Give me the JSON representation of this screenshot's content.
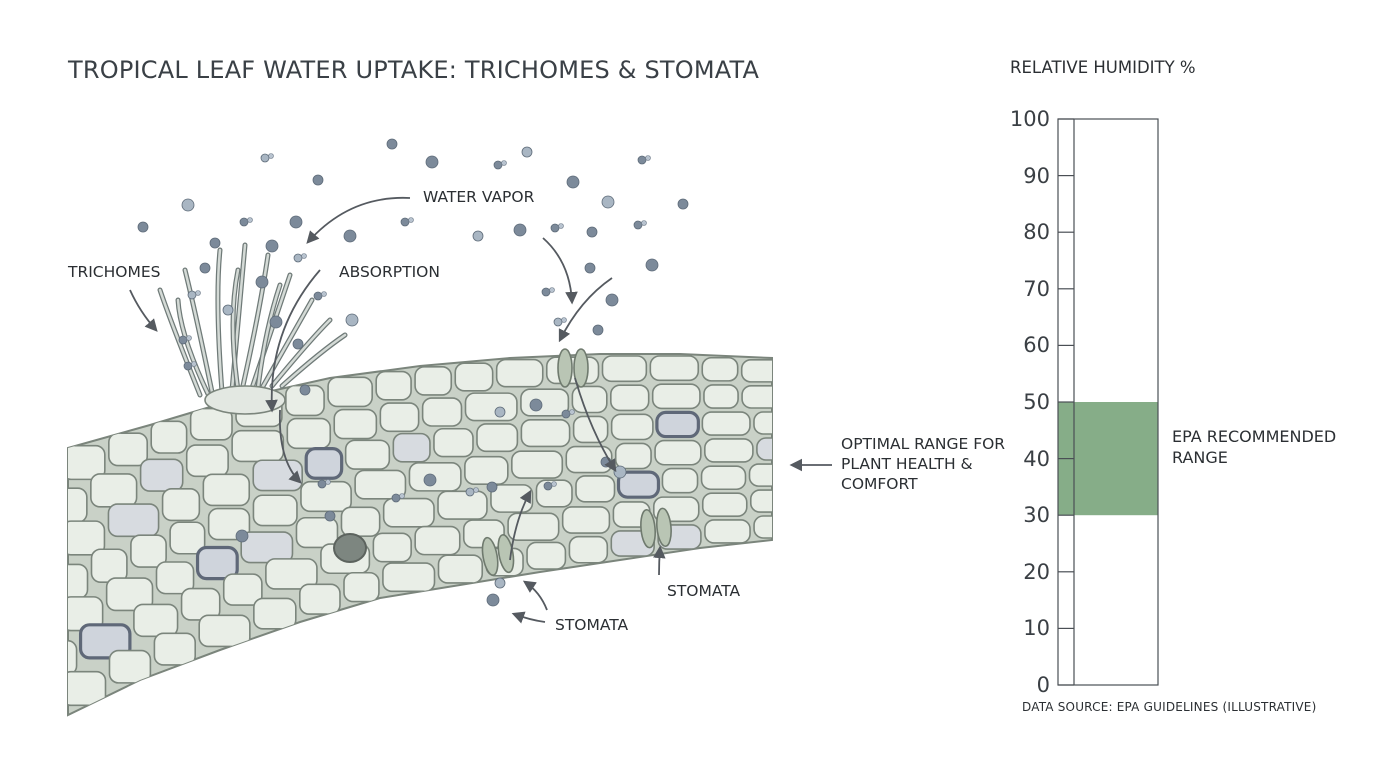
{
  "title": "TROPICAL LEAF WATER UPTAKE: TRICHOMES & STOMATA",
  "labels": {
    "water_vapor": "WATER VAPOR",
    "trichomes": "TRICHOMES",
    "absorption": "ABSORPTION",
    "stomata_right": "STOMATA",
    "stomata_bottom": "STOMATA",
    "optimal_range": "OPTIMAL RANGE FOR PLANT HEALTH & COMFORT"
  },
  "gauge": {
    "title": "RELATIVE HUMIDITY %",
    "min": 0,
    "max": 100,
    "ticks": [
      "0",
      "10",
      "20",
      "30",
      "40",
      "50",
      "60",
      "70",
      "80",
      "90",
      "100"
    ],
    "band_low": 30,
    "band_high": 50,
    "band_label": "EPA RECOMMENDED RANGE",
    "band_color": "#86ad88",
    "source": "DATA SOURCE: EPA GUIDELINES (ILLUSTRATIVE)"
  },
  "colors": {
    "cell_fill": "#e9eee7",
    "cell_stroke": "#7b857c",
    "leaf_base": "#c9d1c7",
    "dark_cell": "#5f6878",
    "vapor": "#7c8a9a",
    "arrow": "#555a60"
  }
}
